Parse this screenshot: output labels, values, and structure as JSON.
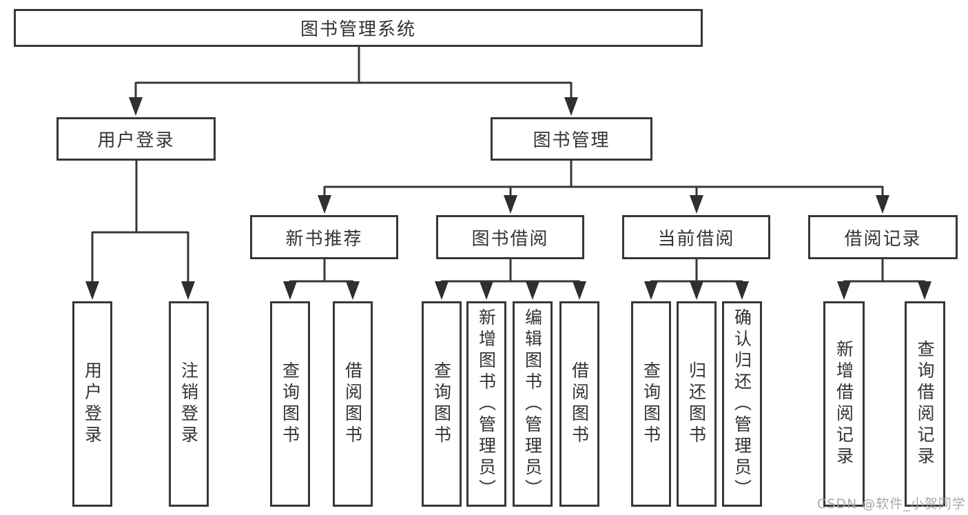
{
  "diagram": {
    "root": {
      "label": "图书管理系统"
    },
    "level2": [
      {
        "label": "用户登录"
      },
      {
        "label": "图书管理"
      }
    ],
    "level3": [
      {
        "label": "新书推荐"
      },
      {
        "label": "图书借阅"
      },
      {
        "label": "当前借阅"
      },
      {
        "label": "借阅记录"
      }
    ],
    "leaves": [
      {
        "label": "用户登录",
        "parent": "用户登录"
      },
      {
        "label": "注销登录",
        "parent": "用户登录"
      },
      {
        "label": "查询图书",
        "parent": "新书推荐"
      },
      {
        "label": "借阅图书",
        "parent": "新书推荐"
      },
      {
        "label": "查询图书",
        "parent": "图书借阅"
      },
      {
        "label": "新增图书（管理员）",
        "parent": "图书借阅"
      },
      {
        "label": "编辑图书（管理员）",
        "parent": "图书借阅"
      },
      {
        "label": "借阅图书",
        "parent": "图书借阅"
      },
      {
        "label": "查询图书",
        "parent": "当前借阅"
      },
      {
        "label": "归还图书",
        "parent": "当前借阅"
      },
      {
        "label": "确认归还（管理员）",
        "parent": "当前借阅"
      },
      {
        "label": "新增借阅记录",
        "parent": "借阅记录"
      },
      {
        "label": "查询借阅记录",
        "parent": "借阅记录"
      }
    ]
  },
  "watermark": {
    "text": "CSDN @软件_小贺同学"
  },
  "colors": {
    "line": "#373737",
    "border": "#373737",
    "text": "#333333",
    "watermark": "#a0a0a0",
    "background": "#ffffff"
  }
}
